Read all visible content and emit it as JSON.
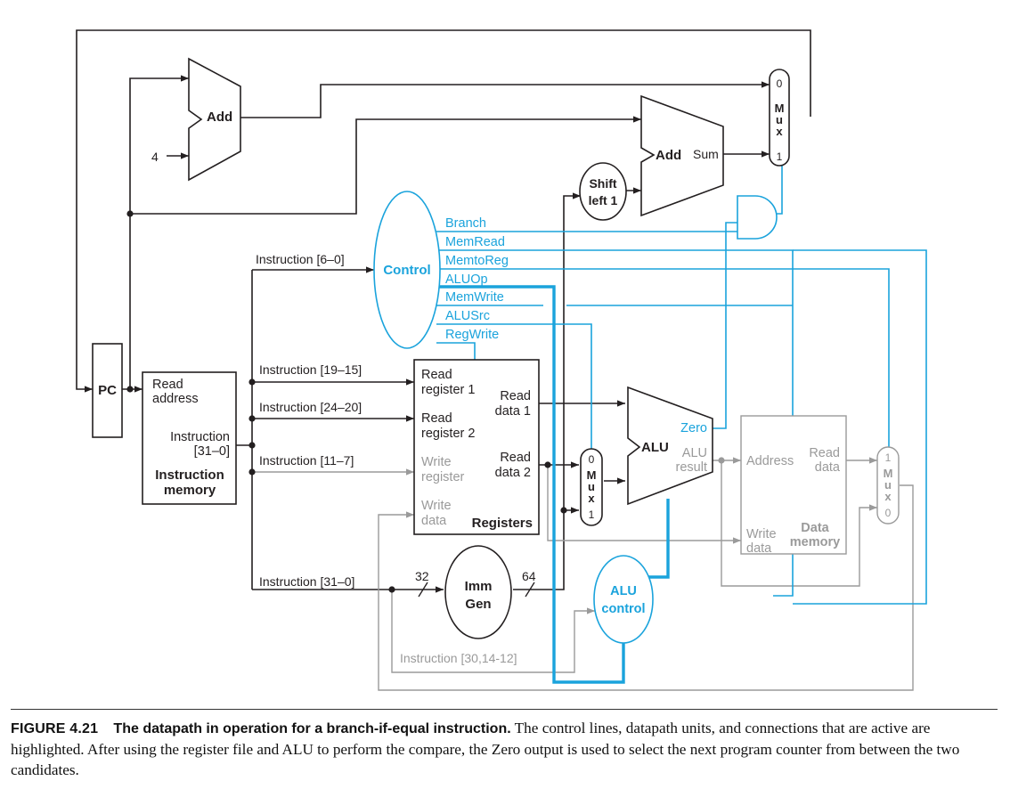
{
  "colors": {
    "black": "#231f20",
    "blue": "#1aa3dc",
    "gray": "#9a9a9a"
  },
  "units": {
    "pc": "PC",
    "add_top": "Add",
    "four": "4",
    "add_branch": "Add",
    "sum": "Sum",
    "shift_line1": "Shift",
    "shift_line2": "left 1",
    "control": "Control",
    "alu": "ALU",
    "zero": "Zero",
    "alu_result_line1": "ALU",
    "alu_result_line2": "result",
    "imm_line1": "Imm",
    "imm_line2": "Gen",
    "alu_control_line1": "ALU",
    "alu_control_line2": "control",
    "bits_in": "32",
    "bits_out": "64",
    "mux_letters": [
      "M",
      "u",
      "x"
    ],
    "mux_zero": "0",
    "mux_one": "1"
  },
  "instruction_memory": {
    "read_address_line1": "Read",
    "read_address_line2": "address",
    "instruction_line1": "Instruction",
    "instruction_line2": "[31–0]",
    "title_line1": "Instruction",
    "title_line2": "memory"
  },
  "registers": {
    "read_reg1_line1": "Read",
    "read_reg1_line2": "register 1",
    "read_reg2_line1": "Read",
    "read_reg2_line2": "register 2",
    "write_reg_line1": "Write",
    "write_reg_line2": "register",
    "write_data_line1": "Write",
    "write_data_line2": "data",
    "read_data1_line1": "Read",
    "read_data1_line2": "data 1",
    "read_data2_line1": "Read",
    "read_data2_line2": "data 2",
    "title": "Registers"
  },
  "data_memory": {
    "address": "Address",
    "read_data_line1": "Read",
    "read_data_line2": "data",
    "write_data_line1": "Write",
    "write_data_line2": "data",
    "title_line1": "Data",
    "title_line2": "memory"
  },
  "control_signals": [
    "Branch",
    "MemRead",
    "MemtoReg",
    "ALUOp",
    "MemWrite",
    "ALUSrc",
    "RegWrite"
  ],
  "instruction_fields": {
    "f6_0": "Instruction [6–0]",
    "f19_15": "Instruction [19–15]",
    "f24_20": "Instruction [24–20]",
    "f11_7": "Instruction [11–7]",
    "f31_0": "Instruction [31–0]",
    "f30_14_12": "Instruction [30,14-12]"
  },
  "caption": {
    "figure": "FIGURE 4.21",
    "title": "The datapath in operation for a branch-if-equal instruction.",
    "body": "The control lines, datapath units, and connections that are active are highlighted. After using the register file and ALU to perform the compare, the Zero output is used to select the next program counter from between the two candidates."
  }
}
